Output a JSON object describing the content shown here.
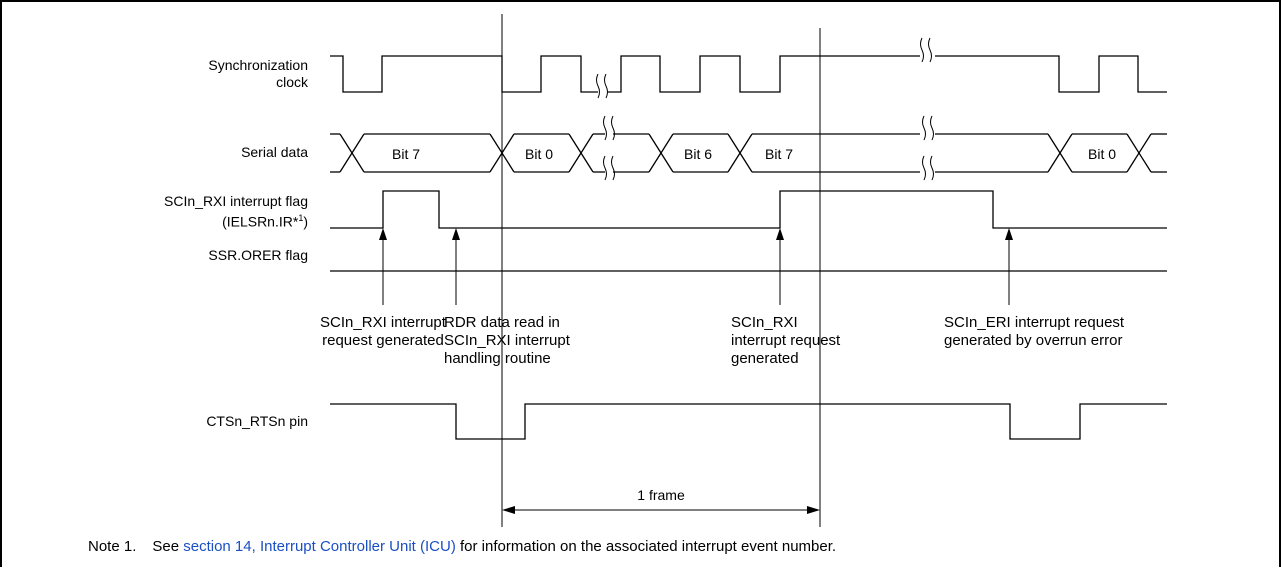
{
  "signals": {
    "sync_clock": {
      "line1": "Synchronization",
      "line2": "clock"
    },
    "serial_data": {
      "label": "Serial data",
      "bits": [
        "Bit 7",
        "Bit 0",
        "Bit 6",
        "Bit 7",
        "Bit 0"
      ]
    },
    "rxi_flag": {
      "line1": "SCIn_RXI interrupt flag",
      "line2_prefix": "(IELSRn.IR*",
      "line2_sup": "1",
      "line2_suffix": ")"
    },
    "orer_flag": {
      "label": "SSR.ORER flag"
    },
    "cts_rts": {
      "label": "CTSn_RTSn pin"
    }
  },
  "annotations": {
    "rxi_generated": {
      "line1": "SCIn_RXI interrupt",
      "line2": "request generated"
    },
    "rdr_read": {
      "line1": "RDR data read in",
      "line2": "SCIn_RXI interrupt",
      "line3": "handling routine"
    },
    "rxi_generated_2": {
      "line1": "SCIn_RXI",
      "line2": "interrupt request",
      "line3": "generated"
    },
    "eri_generated": {
      "line1": "SCIn_ERI interrupt request",
      "line2": "generated by overrun error"
    }
  },
  "frame_label": "1 frame",
  "note": {
    "prefix": "Note 1.",
    "before_link": "See ",
    "link": "section 14, Interrupt Controller Unit (ICU)",
    "after_link": " for information on the associated interrupt event number."
  }
}
